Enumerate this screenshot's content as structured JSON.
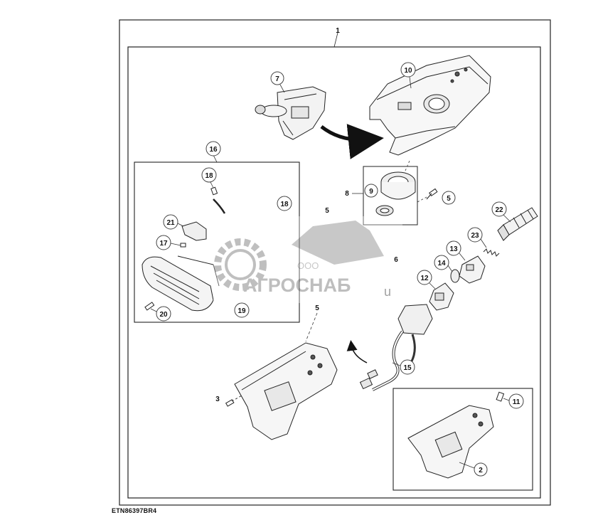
{
  "figure_id": "ETN86397BR4",
  "watermark": {
    "prefix": "ООО",
    "name": "АГРОСНАБ",
    "suffix": "u"
  },
  "callouts": {
    "c1": "1",
    "c2": "2",
    "c3": "3",
    "c5a": "5",
    "c5b": "5",
    "c5c": "5",
    "c6": "6",
    "c7": "7",
    "c8": "8",
    "c9": "9",
    "c10": "10",
    "c11": "11",
    "c12": "12",
    "c13": "13",
    "c14": "14",
    "c15": "15",
    "c16": "16",
    "c17": "17",
    "c18a": "18",
    "c18b": "18",
    "c19": "19",
    "c20": "20",
    "c21": "21",
    "c22": "22",
    "c23": "23"
  }
}
